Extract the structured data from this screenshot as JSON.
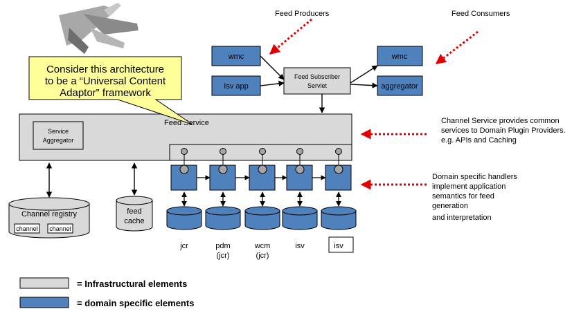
{
  "header": {
    "feed_producers": "Feed Producers",
    "feed_consumers": "Feed Consumers"
  },
  "producers": {
    "wmc": "wmc",
    "isv_app": "Isv app"
  },
  "subscriber": {
    "line1": "Feed Subscriber",
    "line2": "Servlet"
  },
  "consumers": {
    "wmc": "wmc",
    "aggregator": "aggregator"
  },
  "callout": {
    "line1": "Consider this architecture",
    "line2": "to be a “Universal Content",
    "line3": "Adaptor” framework"
  },
  "feed_service": {
    "label": "Feed Service",
    "aggregator_line1": "Service",
    "aggregator_line2": "Aggregator"
  },
  "stores": {
    "registry_label": "Channel registry",
    "channel_1": "channel",
    "channel_2": "channel",
    "cache_line1": "feed",
    "cache_line2": "cache"
  },
  "handlers": [
    {
      "line1": "jcr",
      "line2": ""
    },
    {
      "line1": "pdm",
      "line2": "(jcr)"
    },
    {
      "line1": "wcm",
      "line2": "(jcr)"
    },
    {
      "line1": "isv",
      "line2": ""
    },
    {
      "line1": "isv",
      "line2": ""
    }
  ],
  "notes": {
    "channel_service": [
      "Channel Service provides common",
      "services  to Domain Plugin Providers.",
      "e.g. APIs and Caching"
    ],
    "domain_handlers": [
      "Domain specific handlers",
      "implement application",
      "semantics for feed",
      "generation",
      "and interpretation"
    ]
  },
  "legend": {
    "infra": "= Infrastructural elements",
    "domain": "= domain specific elements"
  },
  "colors": {
    "infra_fill": "#d9d9d9",
    "domain_fill": "#4f81bd",
    "callout_fill": "#ffff99",
    "red_arrow": "#e00000"
  }
}
